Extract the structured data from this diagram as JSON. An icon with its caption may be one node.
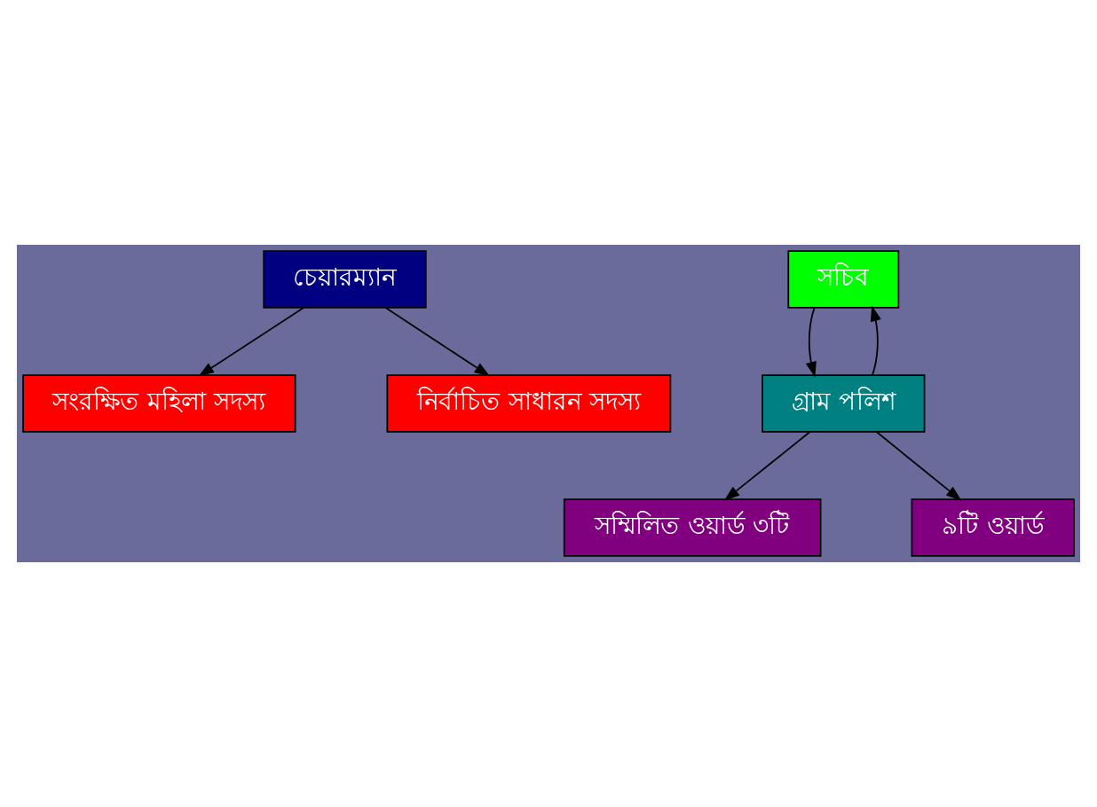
{
  "diagram": {
    "nodes": [
      {
        "text": [
          "চেয়ারম্যান"
        ]
      },
      {
        "text": [
          "সচিব"
        ]
      },
      {
        "text": [
          "সংরক্ষিত মহিলা সদস্য"
        ]
      },
      {
        "text": [
          "নির্বাচিত সাধারন সদস্য"
        ]
      },
      {
        "text": [
          "গ্রাম পলিশ"
        ]
      },
      {
        "text": [
          "সম্মিলিত ওয়ার্ড ৩টি"
        ]
      },
      {
        "text": [
          "৯টি ওয়ার্ড"
        ]
      }
    ],
    "edges": [
      {
        "from": 0,
        "to": 2,
        "arrow": "to"
      },
      {
        "from": 0,
        "to": 3,
        "arrow": "to"
      },
      {
        "from": 1,
        "to": 4,
        "arrow": "to"
      },
      {
        "from": 4,
        "to": 1,
        "arrow": "to"
      },
      {
        "from": 4,
        "to": 5,
        "arrow": "to"
      },
      {
        "from": 4,
        "to": 6,
        "arrow": "to"
      }
    ]
  }
}
